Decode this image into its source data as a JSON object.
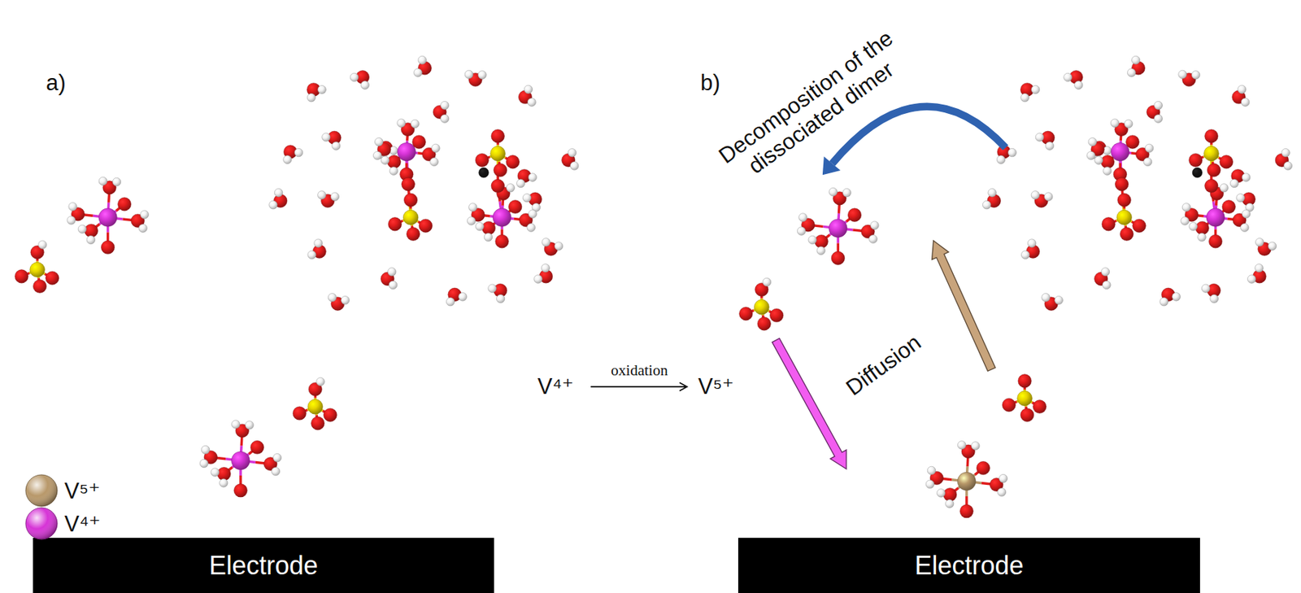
{
  "diagram": {
    "nodes": [
      {
        "text": [
          "Electrode"
        ]
      },
      {
        "text": [
          "Electrode"
        ]
      }
    ],
    "labels": [
      "a)",
      "V⁴⁺",
      "oxidation",
      "V⁵⁺",
      "b)",
      "Decomposition of the dissociated dimer",
      "Diffusion"
    ],
    "legend": [
      {
        "text": "V⁵⁺",
        "color": "#b8986a"
      },
      {
        "text": "V⁴⁺",
        "color": "#d633d6"
      }
    ]
  }
}
